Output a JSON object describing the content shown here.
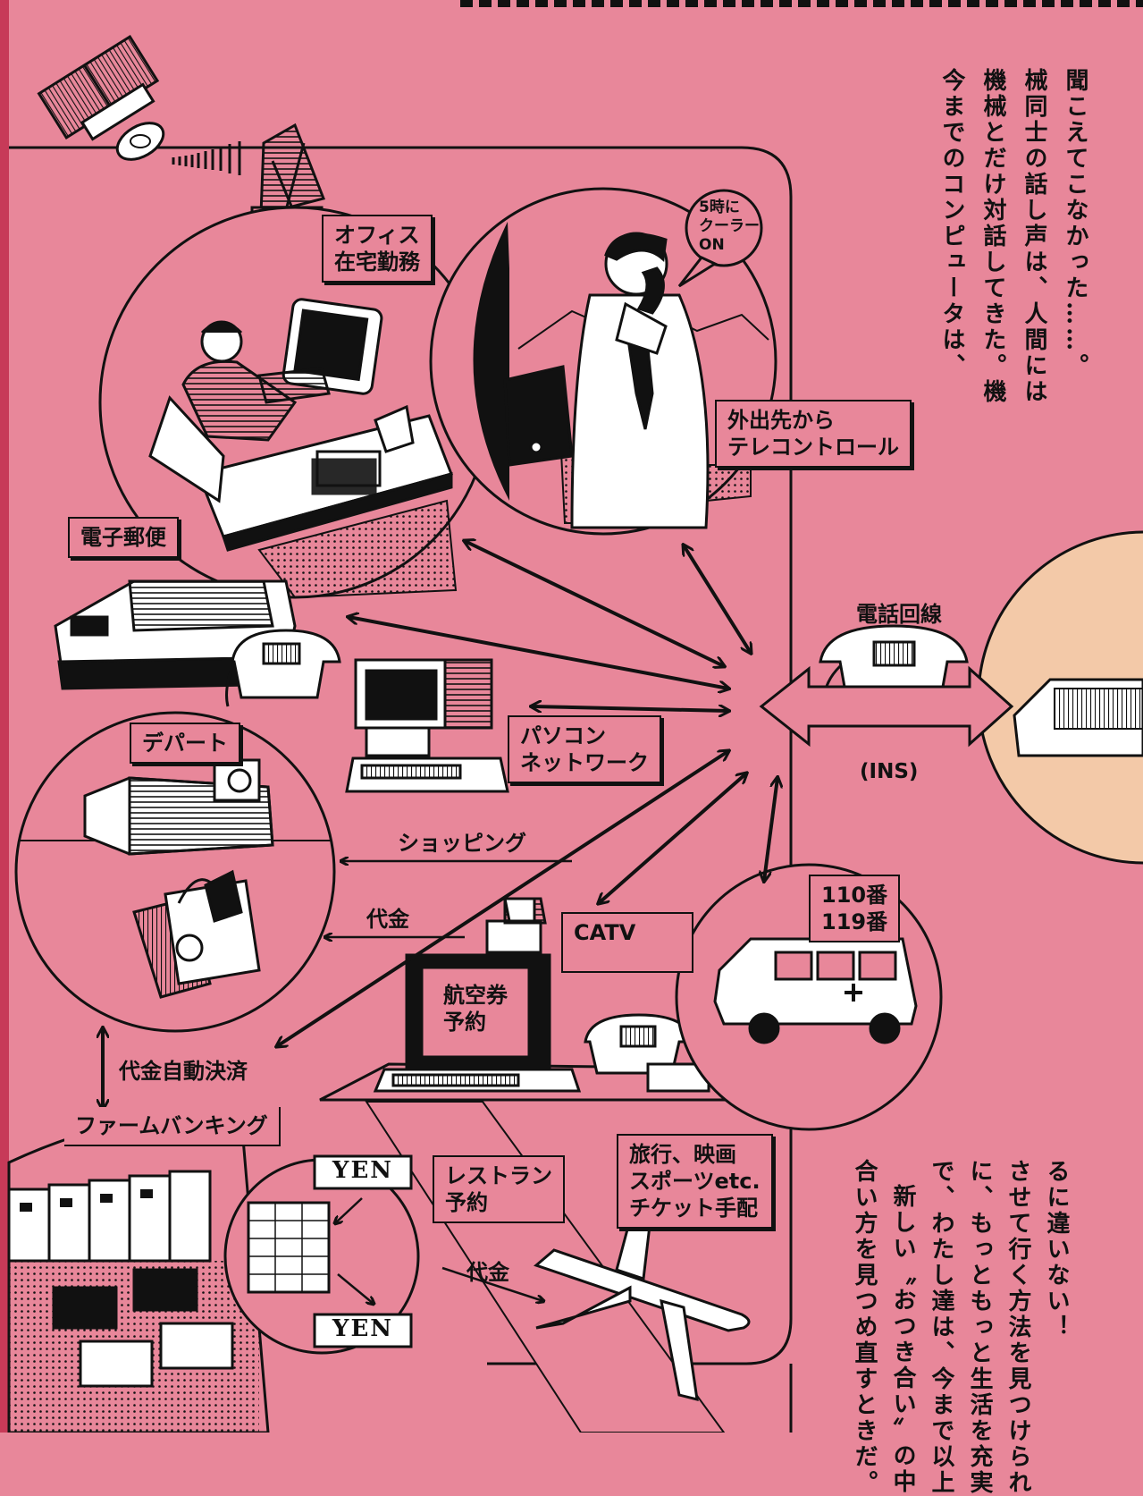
{
  "colors": {
    "background": "#e8879a",
    "ink": "#111111",
    "left_edge": "#c73a58"
  },
  "intro_text": {
    "lines": [
      "今までのコンピュータは、",
      "機械とだけ対話してきた。機",
      "械同士の話し声は、人間には",
      "聞こえてこなかった……。"
    ]
  },
  "closing_text": {
    "lines": [
      "合い方を見つめ直すときだ。",
      "新しい〝おつき合い〟の中",
      "で、わたし達は、今まで以上",
      "に、もっともっと生活を充実",
      "させて行く方法を見つけられ",
      "るに違いない！"
    ]
  },
  "labels": {
    "office": "オフィス\n在宅勤務",
    "speech_bubble": "5時に\nクーラー\nON",
    "telecontrol": "外出先から\nテレコントロール",
    "email": "電子郵便",
    "pc_network": "パソコン\nネットワーク",
    "department_store": "デパート",
    "shopping": "ショッピング",
    "payment_1": "代金",
    "payment_auto": "代金自動決済",
    "firm_banking": "ファームバンキング",
    "catv": "CATV",
    "air_ticket": "航空券\n予約",
    "emergency": "110番\n119番",
    "travel": "旅行、映画\nスポーツetc.\nチケット手配",
    "restaurant": "レストラン\n予約",
    "payment_2": "代金",
    "phone_line": "電話回線",
    "ins": "(INS)",
    "yen_top": "YEN",
    "yen_bottom": "YEN"
  },
  "icons": [
    "satellite-icon",
    "dish-antenna-icon",
    "computer-terminal-icon",
    "telephone-icon",
    "fax-machine-icon",
    "personal-computer-icon",
    "department-store-icon",
    "shopping-bags-icon",
    "ambulance-icon",
    "airplane-icon",
    "bank-computers-icon",
    "ledger-icon",
    "printer-icon"
  ]
}
